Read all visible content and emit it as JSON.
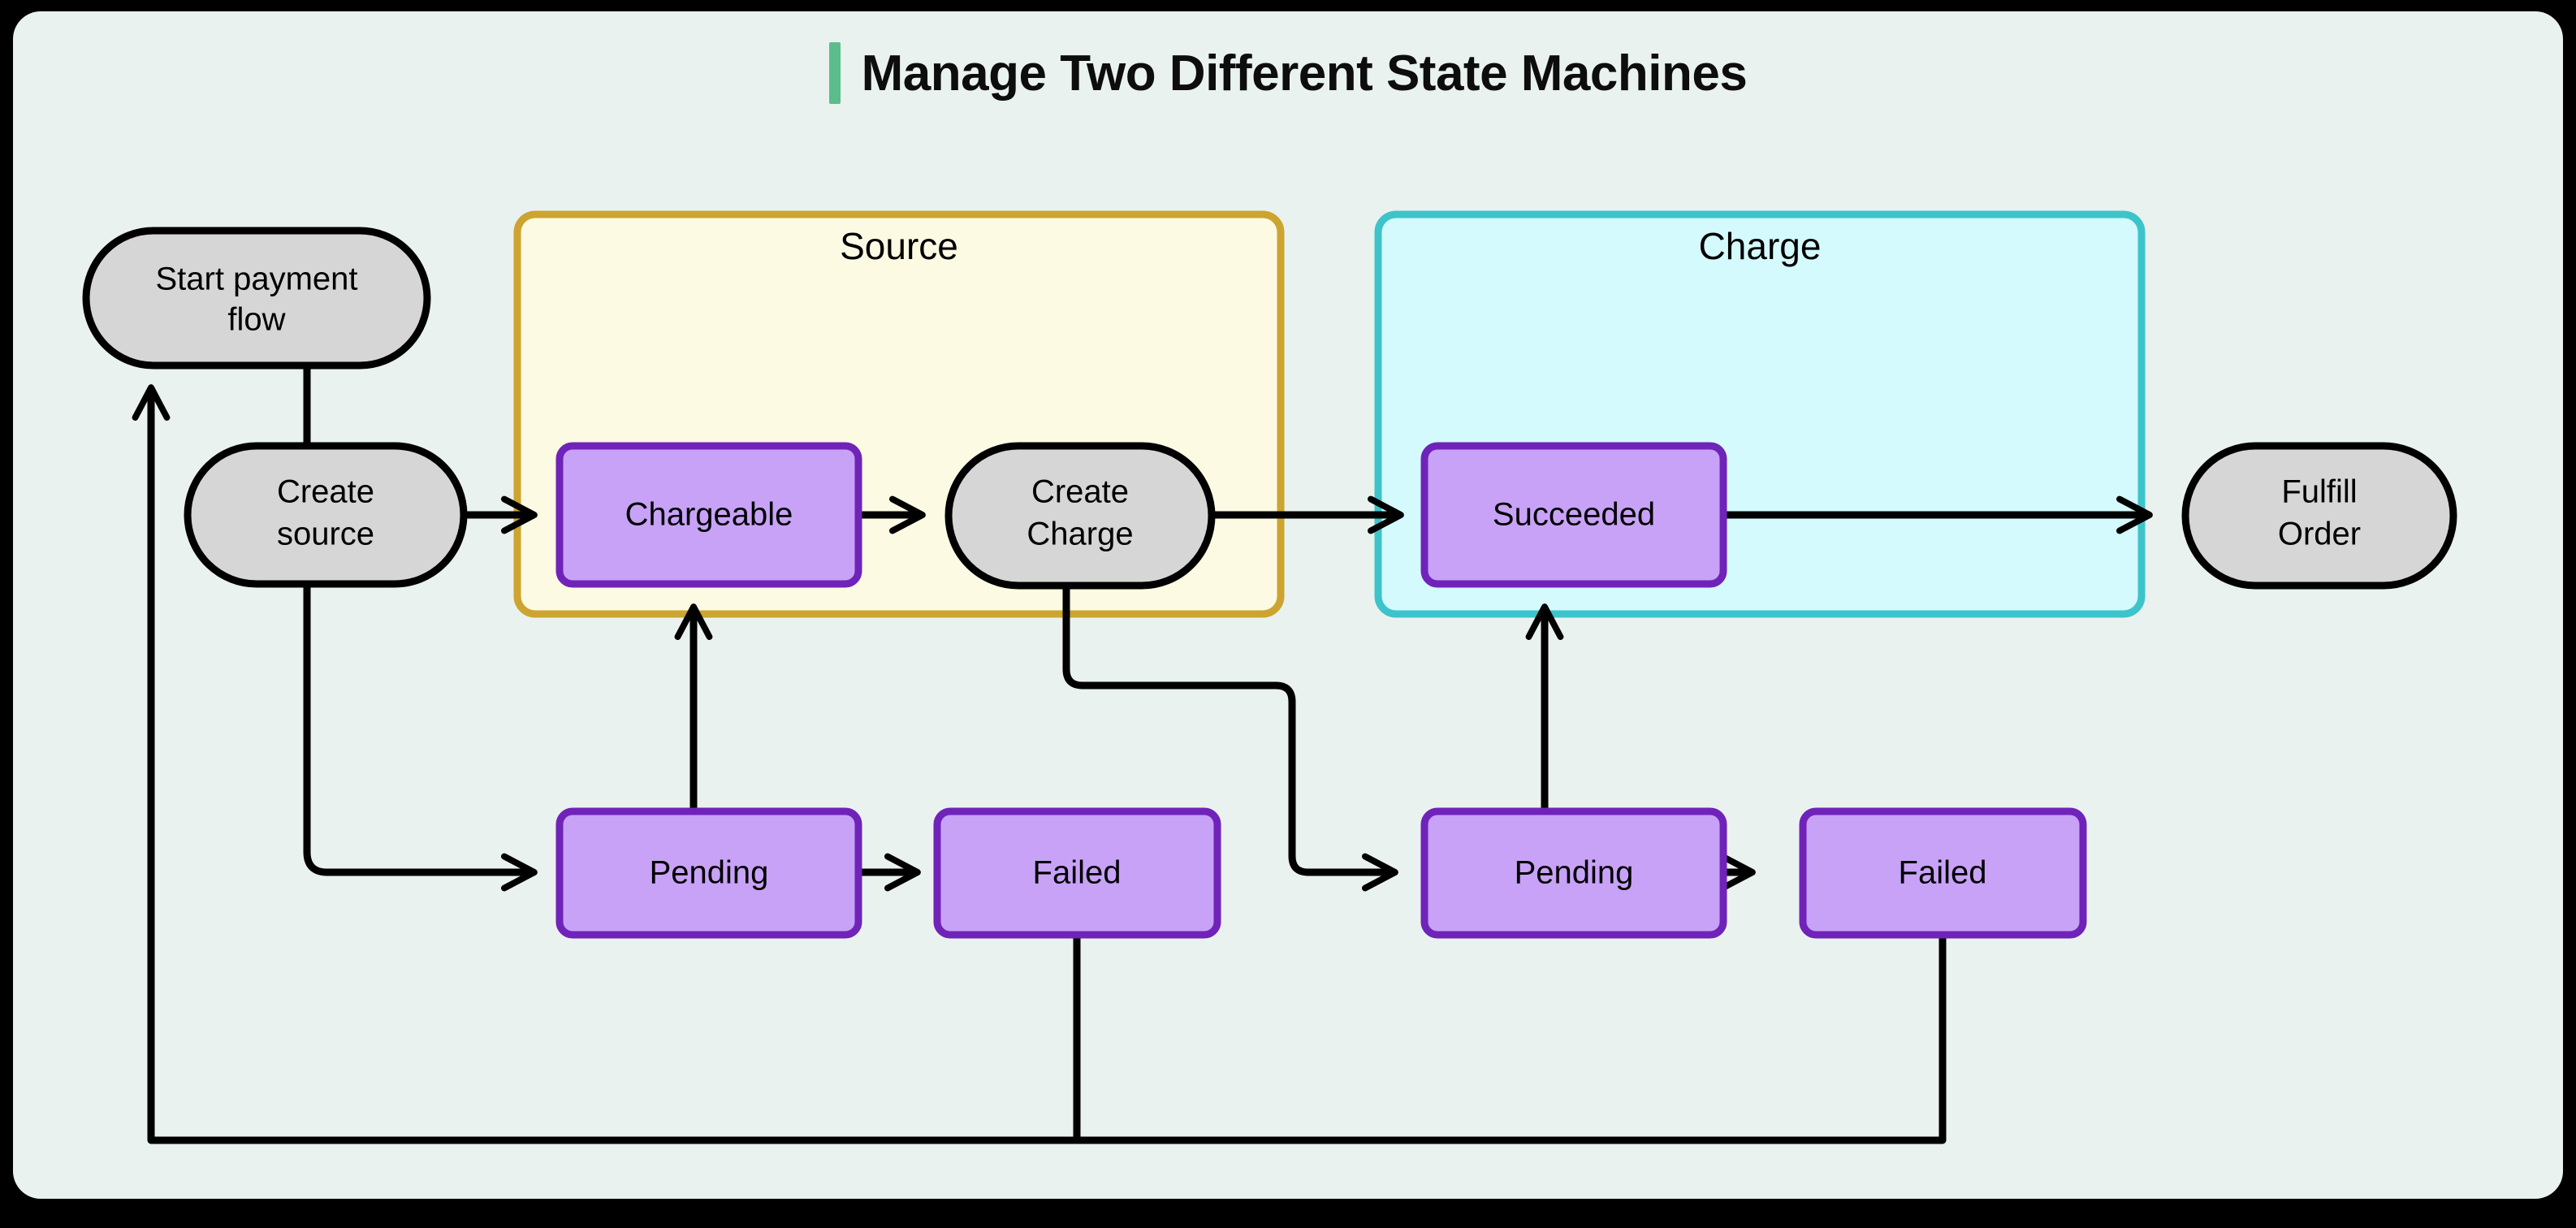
{
  "page": {
    "background": "#000000",
    "canvas_bg": "#eaf2ef"
  },
  "header": {
    "title": "Manage Two Different State Machines",
    "accent_color": "#5bbd8b"
  },
  "diagram": {
    "type": "flowchart",
    "direction": "left-to-right",
    "subgraphs": [
      {
        "id": "source",
        "label": "Source",
        "fill": "#fcfae3",
        "stroke": "#cca42f"
      },
      {
        "id": "charge",
        "label": "Charge",
        "fill": "#d4fafd",
        "stroke": "#3dc4ca"
      }
    ],
    "nodes": [
      {
        "id": "start-payment-flow",
        "label": "Start payment flow",
        "shape": "stadium",
        "group": "root",
        "fill": "#d6d6d6",
        "stroke": "#000000"
      },
      {
        "id": "create-source",
        "label": "Create source",
        "shape": "stadium",
        "group": "root",
        "fill": "#d6d6d6",
        "stroke": "#000000"
      },
      {
        "id": "source-chargeable",
        "label": "Chargeable",
        "shape": "rounded-rect",
        "group": "source",
        "fill": "#c8a2f7",
        "stroke": "#7023b8"
      },
      {
        "id": "source-pending",
        "label": "Pending",
        "shape": "rounded-rect",
        "group": "source",
        "fill": "#c8a2f7",
        "stroke": "#7023b8"
      },
      {
        "id": "source-failed",
        "label": "Failed",
        "shape": "rounded-rect",
        "group": "source",
        "fill": "#c8a2f7",
        "stroke": "#7023b8"
      },
      {
        "id": "create-charge",
        "label": "Create Charge",
        "shape": "stadium",
        "group": "source",
        "fill": "#d6d6d6",
        "stroke": "#000000"
      },
      {
        "id": "charge-succeeded",
        "label": "Succeeded",
        "shape": "rounded-rect",
        "group": "charge",
        "fill": "#c8a2f7",
        "stroke": "#7023b8"
      },
      {
        "id": "charge-pending",
        "label": "Pending",
        "shape": "rounded-rect",
        "group": "charge",
        "fill": "#c8a2f7",
        "stroke": "#7023b8"
      },
      {
        "id": "charge-failed",
        "label": "Failed",
        "shape": "rounded-rect",
        "group": "charge",
        "fill": "#c8a2f7",
        "stroke": "#7023b8"
      },
      {
        "id": "fulfill-order",
        "label": "Fulfill Order",
        "shape": "stadium",
        "group": "root",
        "fill": "#d6d6d6",
        "stroke": "#000000"
      }
    ],
    "edges": [
      {
        "from": "start-payment-flow",
        "to": "create-source",
        "arrow": false
      },
      {
        "from": "create-source",
        "to": "source-chargeable",
        "arrow": true
      },
      {
        "from": "create-source",
        "to": "source-pending",
        "arrow": true
      },
      {
        "from": "source-pending",
        "to": "source-chargeable",
        "arrow": true
      },
      {
        "from": "source-pending",
        "to": "source-failed",
        "arrow": true
      },
      {
        "from": "source-chargeable",
        "to": "create-charge",
        "arrow": true
      },
      {
        "from": "create-charge",
        "to": "charge-succeeded",
        "arrow": true
      },
      {
        "from": "create-charge",
        "to": "charge-pending",
        "arrow": true
      },
      {
        "from": "charge-pending",
        "to": "charge-succeeded",
        "arrow": true
      },
      {
        "from": "charge-pending",
        "to": "charge-failed",
        "arrow": true
      },
      {
        "from": "charge-succeeded",
        "to": "fulfill-order",
        "arrow": true
      },
      {
        "from": "source-failed",
        "to": "start-payment-flow",
        "arrow": true
      },
      {
        "from": "charge-failed",
        "to": "start-payment-flow",
        "arrow": true
      }
    ],
    "labels": {
      "start_payment_flow_line1": "Start payment",
      "start_payment_flow_line2": "flow",
      "create_source_line1": "Create",
      "create_source_line2": "source",
      "create_charge_line1": "Create",
      "create_charge_line2": "Charge",
      "fulfill_order_line1": "Fulfill",
      "fulfill_order_line2": "Order",
      "chargeable": "Chargeable",
      "source_pending": "Pending",
      "source_failed": "Failed",
      "succeeded": "Succeeded",
      "charge_pending": "Pending",
      "charge_failed": "Failed",
      "source_group": "Source",
      "charge_group": "Charge"
    }
  }
}
